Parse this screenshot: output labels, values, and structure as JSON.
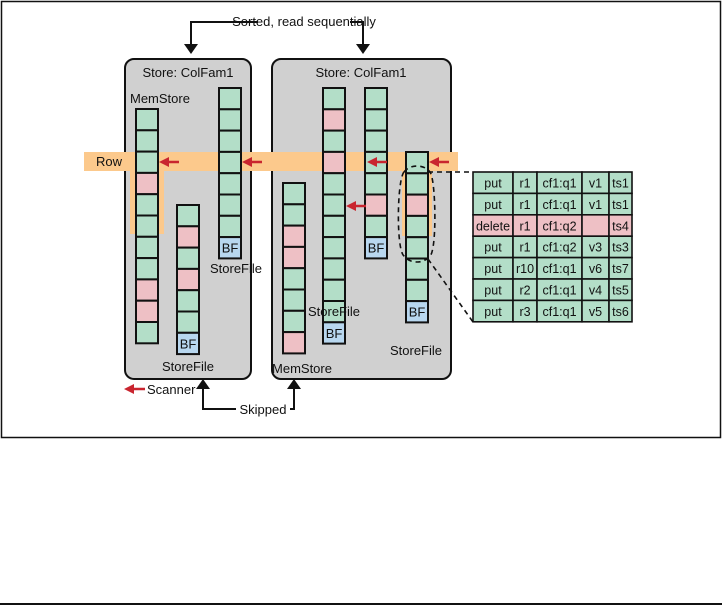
{
  "title": "HBase read path: scanners over stores",
  "colors": {
    "store_bg": "#d0d0d0",
    "cell_green": "#b3dec8",
    "cell_pink": "#eec0c5",
    "cell_bf": "#b8d7ef",
    "row_band": "#fcc98c",
    "arrow_red": "#c9252f",
    "stroke": "#111111"
  },
  "labels": {
    "sorted": "Sorted, read sequentially",
    "skipped": "Skipped",
    "scanner": "Scanner",
    "row": "Row",
    "bf": "BF"
  },
  "stores": [
    {
      "title": "Store: ColFam1",
      "columns": [
        {
          "kind": "memstore",
          "label": "MemStore",
          "label_pos": "top",
          "cells": [
            "g",
            "g",
            "g",
            "p",
            "g",
            "g",
            "g",
            "g",
            "p",
            "p",
            "g"
          ]
        },
        {
          "kind": "storefile",
          "label": "StoreFile",
          "label_pos": "bottom",
          "cells": [
            "g",
            "p",
            "g",
            "p",
            "g",
            "g",
            "bf"
          ]
        },
        {
          "kind": "storefile",
          "label": "StoreFile",
          "label_pos": "bottom",
          "cells": [
            "g",
            "g",
            "g",
            "g",
            "g",
            "g",
            "g",
            "bf"
          ]
        }
      ]
    },
    {
      "title": "Store: ColFam1",
      "columns": [
        {
          "kind": "memstore",
          "label": "MemStore",
          "label_pos": "bottom",
          "cells": [
            "g",
            "g",
            "p",
            "p",
            "g",
            "g",
            "g",
            "p"
          ]
        },
        {
          "kind": "storefile",
          "label": "StoreFile",
          "label_pos": "bottom",
          "cells": [
            "g",
            "p",
            "g",
            "p",
            "g",
            "g",
            "g",
            "g",
            "g",
            "g",
            "g",
            "bf"
          ]
        },
        {
          "kind": "storefile",
          "label": "StoreFile",
          "label_pos": "bottom",
          "cells": [
            "g",
            "g",
            "g",
            "g",
            "g",
            "p",
            "g",
            "bf"
          ]
        },
        {
          "kind": "storefile",
          "label": "StoreFile",
          "label_pos": "bottom",
          "cells": [
            "g",
            "g",
            "p",
            "g",
            "g",
            "g",
            "g",
            "bf"
          ]
        }
      ]
    }
  ],
  "keyvalue_table": {
    "rows": [
      {
        "type": "put",
        "row": "r1",
        "column": "cf1:q1",
        "value": "v1",
        "ts": "ts1",
        "deleted": false
      },
      {
        "type": "put",
        "row": "r1",
        "column": "cf1:q1",
        "value": "v1",
        "ts": "ts1",
        "deleted": false
      },
      {
        "type": "delete",
        "row": "r1",
        "column": "cf1:q2",
        "value": "",
        "ts": "ts4",
        "deleted": true
      },
      {
        "type": "put",
        "row": "r1",
        "column": "cf1:q2",
        "value": "v3",
        "ts": "ts3",
        "deleted": false
      },
      {
        "type": "put",
        "row": "r10",
        "column": "cf1:q1",
        "value": "v6",
        "ts": "ts7",
        "deleted": false
      },
      {
        "type": "put",
        "row": "r2",
        "column": "cf1:q1",
        "value": "v4",
        "ts": "ts5",
        "deleted": false
      },
      {
        "type": "put",
        "row": "r3",
        "column": "cf1:q1",
        "value": "v5",
        "ts": "ts6",
        "deleted": false
      }
    ]
  }
}
